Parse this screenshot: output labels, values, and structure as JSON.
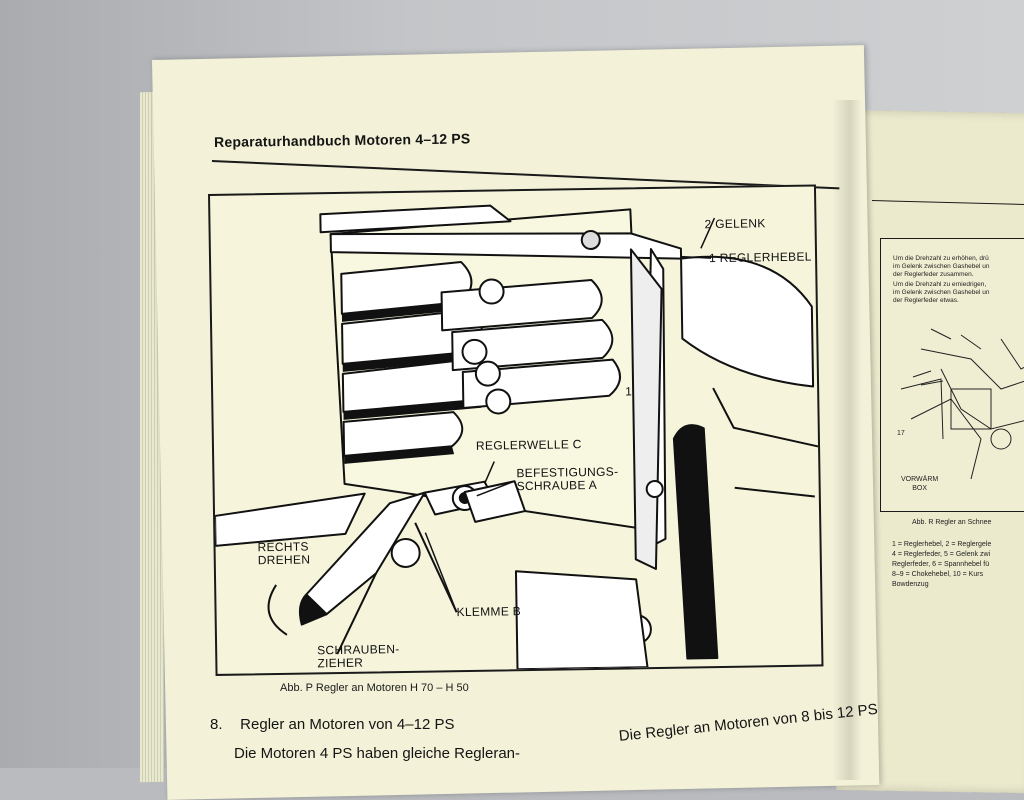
{
  "page": {
    "running_head": "Reparaturhandbuch Motoren 4–12 PS"
  },
  "figure": {
    "callouts": {
      "gelenk": "2 GELENK",
      "reglerhebel": "1 REGLERHEBEL",
      "reglerwelle": "REGLERWELLE C",
      "befestigung": "BEFESTIGUNGS-\nSCHRAUBE A",
      "rechts_drehen": "RECHTS\nDREHEN",
      "klemme": "KLEMME B",
      "schraubenzieher": "SCHRAUBEN-\nZIEHER",
      "marker_1": "1"
    },
    "caption": "Abb. P  Regler an Motoren H 70 – H 50"
  },
  "section": {
    "number": "8.",
    "title": "Regler an Motoren von 4–12 PS",
    "body_left": "Die Motoren 4 PS haben gleiche Regleran-",
    "body_right": "Die Regler an Motoren von 8 bis 12 PS"
  },
  "right_page": {
    "box_text_1": "Um die Drehzahl zu erhöhen, drü",
    "box_text_2": "im Gelenk zwischen Gashebel un",
    "box_text_3": "der Reglerfeder zusammen.",
    "box_text_4": "Um die Drehzahl zu erniedrigen,",
    "box_text_5": "im Gelenk zwischen Gashebel un",
    "box_text_6": "der Reglerfeder etwas.",
    "vorwaerm": "VORWÄRM\nBOX",
    "label_17": "17",
    "caption": "Abb. R  Regler an Schnee",
    "legend_1": "1 = Reglerhebel,  2 = Reglergele",
    "legend_2": "4 = Reglerfeder,  5 = Gelenk zwi",
    "legend_3": "Reglerfeder,  6 = Spannhebel fü",
    "legend_4": "8–9 = Chokehebel,  10 = Kurs",
    "legend_5": "Bowdenzug"
  }
}
